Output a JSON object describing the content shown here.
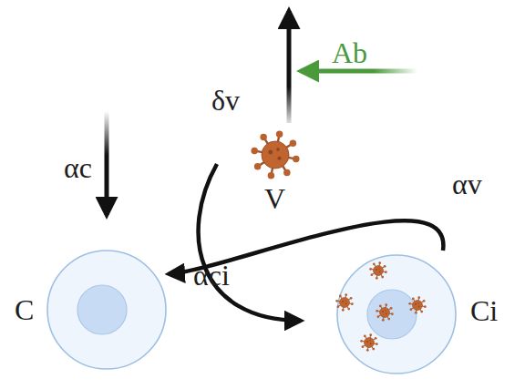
{
  "diagram": {
    "nodes": [
      {
        "text": [
          "V"
        ]
      },
      {
        "text": [
          "C"
        ]
      },
      {
        "text": [
          "Ci"
        ]
      }
    ],
    "edges": [
      {
        "from": 0,
        "to": 2,
        "label": "αci",
        "arrow": "to"
      },
      {
        "from": 2,
        "to": 1,
        "label": "αv",
        "arrow": "to"
      }
    ],
    "labels": [
      "δv",
      "Ab",
      "αc"
    ]
  }
}
